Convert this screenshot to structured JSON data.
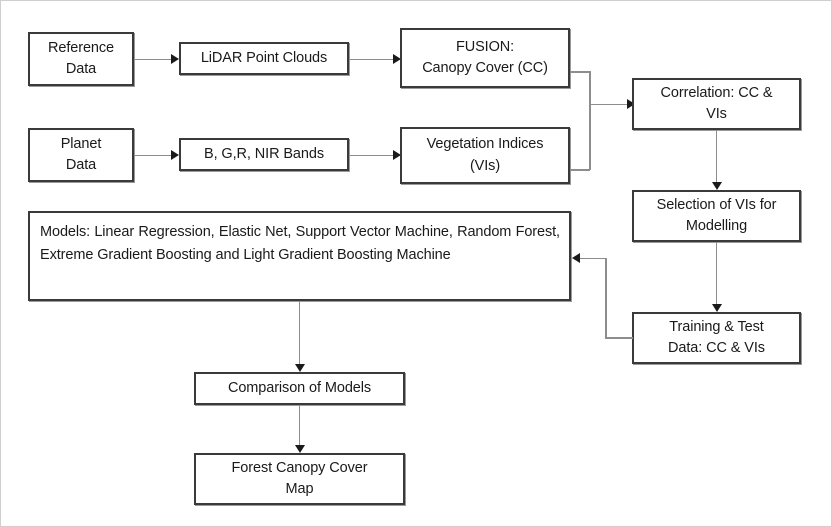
{
  "diagram": {
    "title": "Forest Canopy Cover Modelling Workflow",
    "accent_border": "#3a3a3a",
    "connector_color": "#8d8d8d",
    "frame_color": "#cfcfcf",
    "background": "#ffffff"
  },
  "nodes": {
    "reference_data": {
      "label": "Reference\nData"
    },
    "lidar_point_clouds": {
      "label": "LiDAR Point Clouds"
    },
    "fusion_canopy_cover": {
      "label": "FUSION:\nCanopy Cover (CC)"
    },
    "planet_data": {
      "label": "Planet\nData"
    },
    "bands": {
      "label": "B, G,R, NIR Bands"
    },
    "vegetation_indices": {
      "label": "Vegetation Indices\n(VIs)"
    },
    "correlation": {
      "label": "Correlation: CC &\nVIs"
    },
    "selection_of_vis": {
      "label": "Selection of VIs for\nModelling"
    },
    "training_test_data": {
      "label": "Training & Test\nData: CC & VIs"
    },
    "models": {
      "label": "Models: Linear Regression, Elastic Net, Support Vector Machine, Random Forest, Extreme Gradient Boosting and Light Gradient Boosting Machine"
    },
    "comparison_of_models": {
      "label": "Comparison of Models"
    },
    "forest_canopy_cover_map": {
      "label": "Forest Canopy Cover\nMap"
    }
  },
  "edges": [
    {
      "name": "reference-data-to-lidar",
      "from": "reference_data",
      "to": "lidar_point_clouds"
    },
    {
      "name": "lidar-to-fusion",
      "from": "lidar_point_clouds",
      "to": "fusion_canopy_cover"
    },
    {
      "name": "planet-data-to-bands",
      "from": "planet_data",
      "to": "bands"
    },
    {
      "name": "bands-to-vegetation-indices",
      "from": "bands",
      "to": "vegetation_indices"
    },
    {
      "name": "fusion-to-correlation",
      "from": "fusion_canopy_cover",
      "to": "correlation"
    },
    {
      "name": "vegetation-indices-to-correlation",
      "from": "vegetation_indices",
      "to": "correlation"
    },
    {
      "name": "correlation-to-selection",
      "from": "correlation",
      "to": "selection_of_vis"
    },
    {
      "name": "selection-to-training-test",
      "from": "selection_of_vis",
      "to": "training_test_data"
    },
    {
      "name": "training-test-to-models",
      "from": "training_test_data",
      "to": "models"
    },
    {
      "name": "models-to-comparison",
      "from": "models",
      "to": "comparison_of_models"
    },
    {
      "name": "comparison-to-map",
      "from": "comparison_of_models",
      "to": "forest_canopy_cover_map"
    }
  ]
}
